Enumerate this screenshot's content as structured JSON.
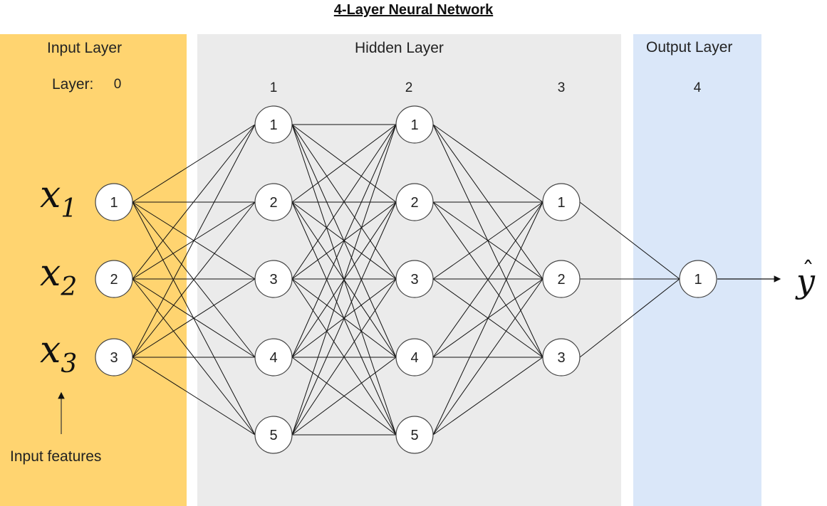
{
  "title": "4-Layer Neural Network",
  "sections": {
    "input": "Input Layer",
    "hidden": "Hidden Layer",
    "output": "Output Layer"
  },
  "layer_prefix": "Layer:",
  "layers": [
    {
      "index": "0",
      "nodes": [
        "1",
        "2",
        "3"
      ]
    },
    {
      "index": "1",
      "nodes": [
        "1",
        "2",
        "3",
        "4",
        "5"
      ]
    },
    {
      "index": "2",
      "nodes": [
        "1",
        "2",
        "3",
        "4",
        "5"
      ]
    },
    {
      "index": "3",
      "nodes": [
        "1",
        "2",
        "3"
      ]
    },
    {
      "index": "4",
      "nodes": [
        "1"
      ]
    }
  ],
  "features": [
    {
      "symbol": "x",
      "subscript": "1"
    },
    {
      "symbol": "x",
      "subscript": "2"
    },
    {
      "symbol": "x",
      "subscript": "3"
    }
  ],
  "output_symbol": "y",
  "input_features_label": "Input features",
  "colors": {
    "input_band": "#ffd470",
    "hidden_band": "#ebebeb",
    "output_band": "#dae7f9",
    "node_fill": "#ffffff",
    "edge": "#111111"
  }
}
